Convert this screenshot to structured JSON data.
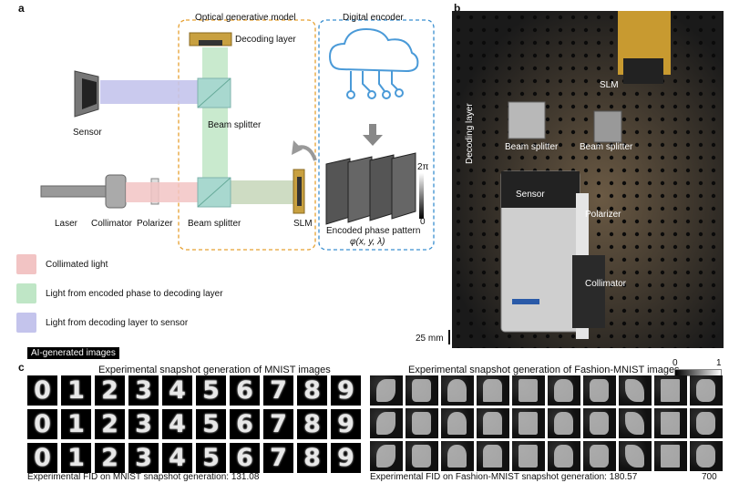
{
  "panels": {
    "a": "a",
    "b": "b",
    "c": "c"
  },
  "diagram": {
    "optical_model_title": "Optical generative model",
    "digital_encoder_title": "Digital encoder",
    "decoding_layer": "Decoding layer",
    "beam_splitter_top": "Beam splitter",
    "beam_splitter_bottom": "Beam splitter",
    "sensor": "Sensor",
    "laser": "Laser",
    "collimator": "Collimator",
    "polarizer": "Polarizer",
    "slm": "SLM",
    "phase_max": "2π",
    "phase_min": "0",
    "encoded_phase_pattern": "Encoded phase pattern",
    "phase_formula": "φ(x, y, λ)"
  },
  "legend": [
    {
      "label": "Collimated light",
      "color": "#f2c4c4"
    },
    {
      "label": "Light from encoded phase to decoding layer",
      "color": "#bfe6c6"
    },
    {
      "label": "Light from decoding layer to sensor",
      "color": "#c4c4ec"
    }
  ],
  "photo": {
    "slm": "SLM",
    "decoding_layer": "Decoding layer",
    "beam_splitter_left": "Beam splitter",
    "beam_splitter_right": "Beam splitter",
    "sensor": "Sensor",
    "polarizer": "Polarizer",
    "collimator": "Collimator",
    "scale_bar": "25 mm"
  },
  "ai_badge": "AI-generated images",
  "mnist": {
    "title": "Experimental snapshot generation of MNIST images",
    "rows": [
      [
        "0",
        "1",
        "2",
        "3",
        "4",
        "5",
        "6",
        "7",
        "8",
        "9"
      ],
      [
        "0",
        "1",
        "2",
        "3",
        "4",
        "5",
        "6",
        "7",
        "8",
        "9"
      ],
      [
        "0",
        "1",
        "2",
        "3",
        "4",
        "5",
        "6",
        "7",
        "8",
        "9"
      ]
    ],
    "fid": "Experimental FID on MNIST snapshot generation: 131.08"
  },
  "fashion": {
    "title": "Experimental snapshot generation of Fashion-MNIST images",
    "colorbar_min": "0",
    "colorbar_max": "1",
    "fid": "Experimental FID on Fashion-MNIST snapshot generation: 180.57",
    "scale": "700"
  }
}
